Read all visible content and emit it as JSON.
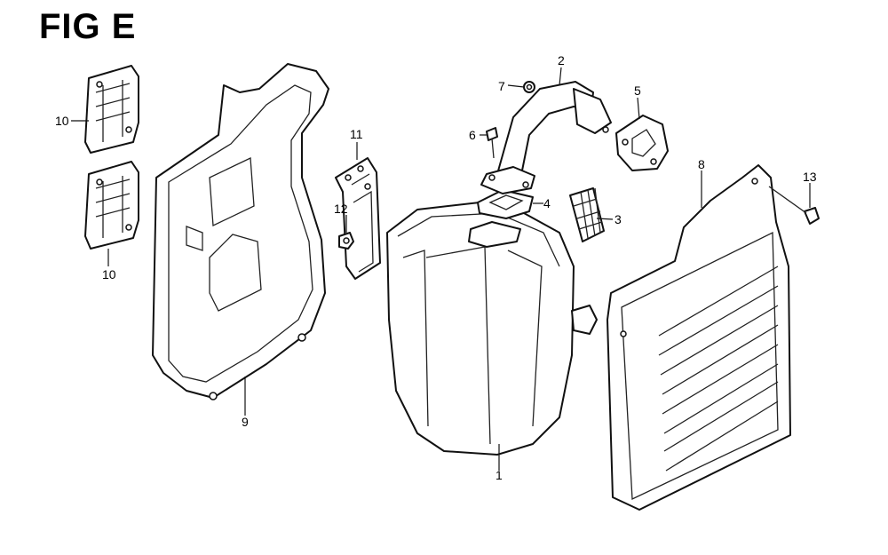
{
  "title": "FIG E",
  "callouts": {
    "1": "1",
    "2": "2",
    "3": "3",
    "4": "4",
    "5": "5",
    "6": "6",
    "7": "7",
    "8": "8",
    "9": "9",
    "10a": "10",
    "10b": "10",
    "11": "11",
    "12": "12",
    "13": "13"
  }
}
